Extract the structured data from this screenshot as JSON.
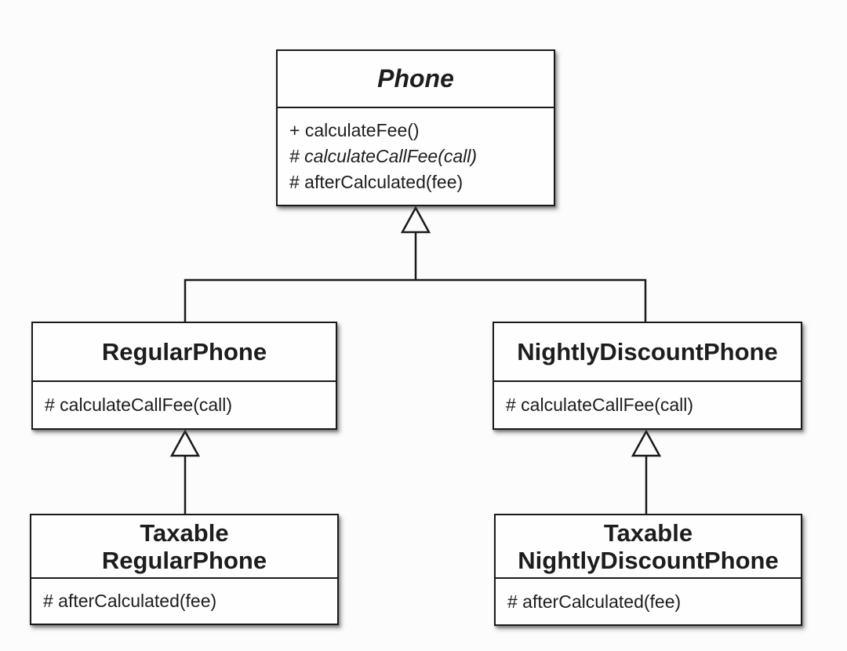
{
  "colors": {
    "background": "#fcfcfc",
    "box_fill": "#fefefe",
    "line": "#1a1a1a",
    "text": "#1d1d1d"
  },
  "diagram": {
    "kind": "uml-class-diagram",
    "classes": [
      {
        "name": "Phone",
        "abstract": true,
        "name_lines": [
          "Phone"
        ],
        "methods": [
          {
            "text": "+ calculateFee()",
            "abstract": false
          },
          {
            "text": "# calculateCallFee(call)",
            "abstract": true
          },
          {
            "text": "# afterCalculated(fee)",
            "abstract": false
          }
        ]
      },
      {
        "name": "RegularPhone",
        "abstract": false,
        "name_lines": [
          "RegularPhone"
        ],
        "methods": [
          {
            "text": "# calculateCallFee(call)",
            "abstract": false
          }
        ]
      },
      {
        "name": "NightlyDiscountPhone",
        "abstract": false,
        "name_lines": [
          "NightlyDiscountPhone"
        ],
        "methods": [
          {
            "text": "# calculateCallFee(call)",
            "abstract": false
          }
        ]
      },
      {
        "name": "TaxableRegularPhone",
        "abstract": false,
        "name_lines": [
          "Taxable",
          "RegularPhone"
        ],
        "methods": [
          {
            "text": "# afterCalculated(fee)",
            "abstract": false
          }
        ]
      },
      {
        "name": "TaxableNightlyDiscountPhone",
        "abstract": false,
        "name_lines": [
          "Taxable",
          "NightlyDiscountPhone"
        ],
        "methods": [
          {
            "text": "# afterCalculated(fee)",
            "abstract": false
          }
        ]
      }
    ],
    "relations": [
      {
        "type": "generalization",
        "child": "RegularPhone",
        "parent": "Phone"
      },
      {
        "type": "generalization",
        "child": "NightlyDiscountPhone",
        "parent": "Phone"
      },
      {
        "type": "generalization",
        "child": "TaxableRegularPhone",
        "parent": "RegularPhone"
      },
      {
        "type": "generalization",
        "child": "TaxableNightlyDiscountPhone",
        "parent": "NightlyDiscountPhone"
      }
    ]
  }
}
